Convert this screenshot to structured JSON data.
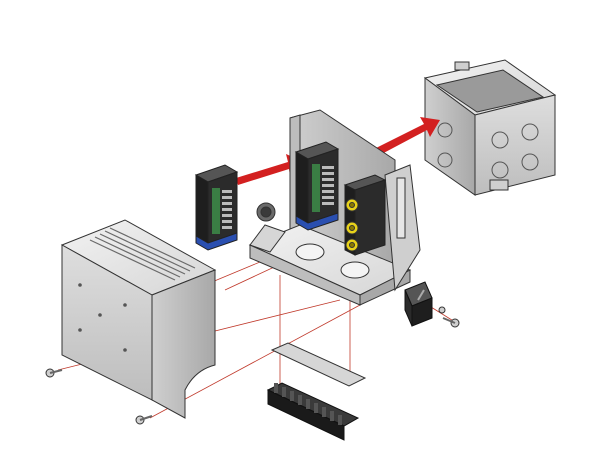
{
  "diagram": {
    "kind": "exploded-assembly-view",
    "parts": [
      "junction-box",
      "electronics-module",
      "mounting-bracket",
      "relay-module",
      "cover-enclosure",
      "terminal-strip",
      "marker-strip",
      "toggle-switch",
      "screws"
    ],
    "colors": {
      "arrow": "#d32020",
      "guide_line": "#c0392b",
      "metal_light": "#e6e6e6",
      "metal_mid": "#c9c9c9",
      "metal_dark": "#8f8f8f",
      "outline": "#333333",
      "module_body": "#2b2b2b",
      "module_label": "#3a7d44",
      "terminal_blue": "#2a4fb0",
      "connector_yellow": "#e8d21a"
    }
  }
}
